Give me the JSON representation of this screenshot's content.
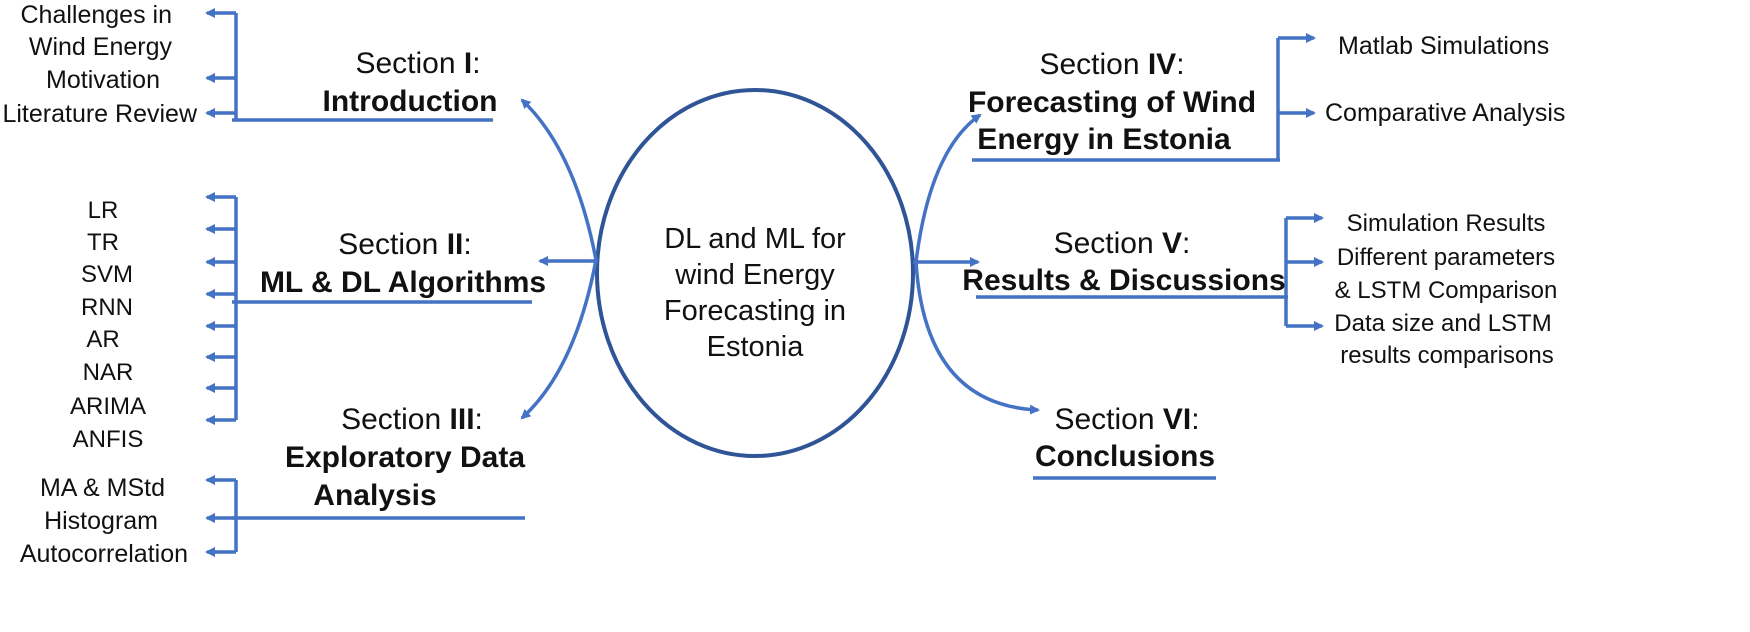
{
  "center": {
    "lines": [
      "DL and ML for",
      "wind Energy",
      "Forecasting in",
      "Estonia"
    ]
  },
  "sections": {
    "s1": {
      "prefix": "Section ",
      "numeral": "I",
      "suffix": ":",
      "name_lines": [
        "Introduction"
      ],
      "items": [
        "Challenges in",
        "Wind Energy",
        "Motivation",
        "Literature Review"
      ]
    },
    "s2": {
      "prefix": "Section ",
      "numeral": "II",
      "suffix": ":",
      "name_lines": [
        "ML & DL Algorithms"
      ],
      "items": [
        "LR",
        "TR",
        "SVM",
        "RNN",
        "AR",
        "NAR",
        "ARIMA",
        "ANFIS"
      ]
    },
    "s3": {
      "prefix": "Section ",
      "numeral": "III",
      "suffix": ":",
      "name_lines": [
        "Exploratory Data",
        "Analysis"
      ],
      "items": [
        "MA & MStd",
        "Histogram",
        "Autocorrelation"
      ]
    },
    "s4": {
      "prefix": "Section ",
      "numeral": "IV",
      "suffix": ":",
      "name_lines": [
        "Forecasting of Wind",
        "Energy in Estonia"
      ],
      "items": [
        "Matlab Simulations",
        "Comparative Analysis"
      ]
    },
    "s5": {
      "prefix": "Section ",
      "numeral": "V",
      "suffix": ":",
      "name_lines": [
        "Results & Discussions"
      ],
      "items": [
        "Simulation Results",
        "Different parameters",
        "& LSTM Comparison",
        "Data size and LSTM",
        "results comparisons"
      ]
    },
    "s6": {
      "prefix": "Section ",
      "numeral": "VI",
      "suffix": ":",
      "name_lines": [
        "Conclusions"
      ]
    }
  },
  "colors": {
    "line": "#4472C4",
    "circle": "#2F5597"
  }
}
